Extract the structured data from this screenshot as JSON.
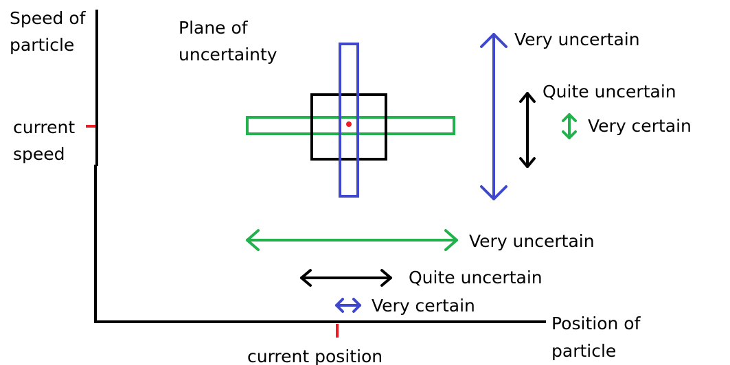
{
  "axes": {
    "y_label_line1": "Speed of",
    "y_label_line2": "particle",
    "x_label_line1": "Position of",
    "x_label_line2": "particle",
    "y_marker_line1": "current",
    "y_marker_line2": "speed",
    "x_marker": "current position"
  },
  "plane": {
    "title_line1": "Plane of",
    "title_line2": "uncertainty"
  },
  "legend_vertical": [
    {
      "label": "Very uncertain",
      "color": "#3f48cc"
    },
    {
      "label": "Quite uncertain",
      "color": "#000000"
    },
    {
      "label": "Very certain",
      "color": "#22b14c"
    }
  ],
  "legend_horizontal": [
    {
      "label": "Very uncertain",
      "color": "#22b14c"
    },
    {
      "label": "Quite uncertain",
      "color": "#000000"
    },
    {
      "label": "Very certain",
      "color": "#3f48cc"
    }
  ],
  "colors": {
    "axis": "#000000",
    "marker": "#ed1c24",
    "blue": "#3f48cc",
    "green": "#22b14c",
    "black": "#000000"
  }
}
